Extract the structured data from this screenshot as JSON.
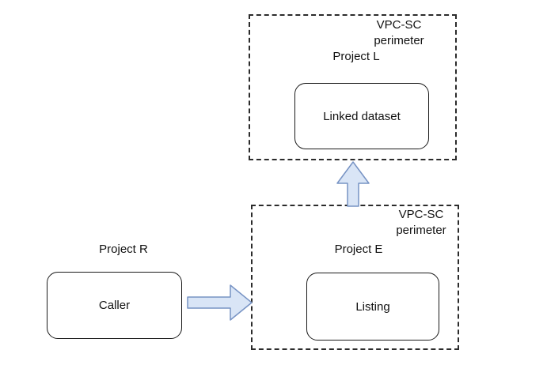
{
  "diagram": {
    "perimeter_top": {
      "perimeter_label": "VPC-SC\nperimeter",
      "project_label": "Project L",
      "node_label": "Linked dataset"
    },
    "perimeter_bottom": {
      "perimeter_label": "VPC-SC\nperimeter",
      "project_label": "Project E",
      "node_label": "Listing"
    },
    "caller_group": {
      "project_label": "Project R",
      "node_label": "Caller"
    },
    "colors": {
      "arrow_fill": "#d9e5f6",
      "arrow_stroke": "#7793c4",
      "node_border": "#1a1a1a",
      "perimeter_border": "#2b2b2b",
      "background": "#ffffff",
      "text": "#111111"
    }
  }
}
